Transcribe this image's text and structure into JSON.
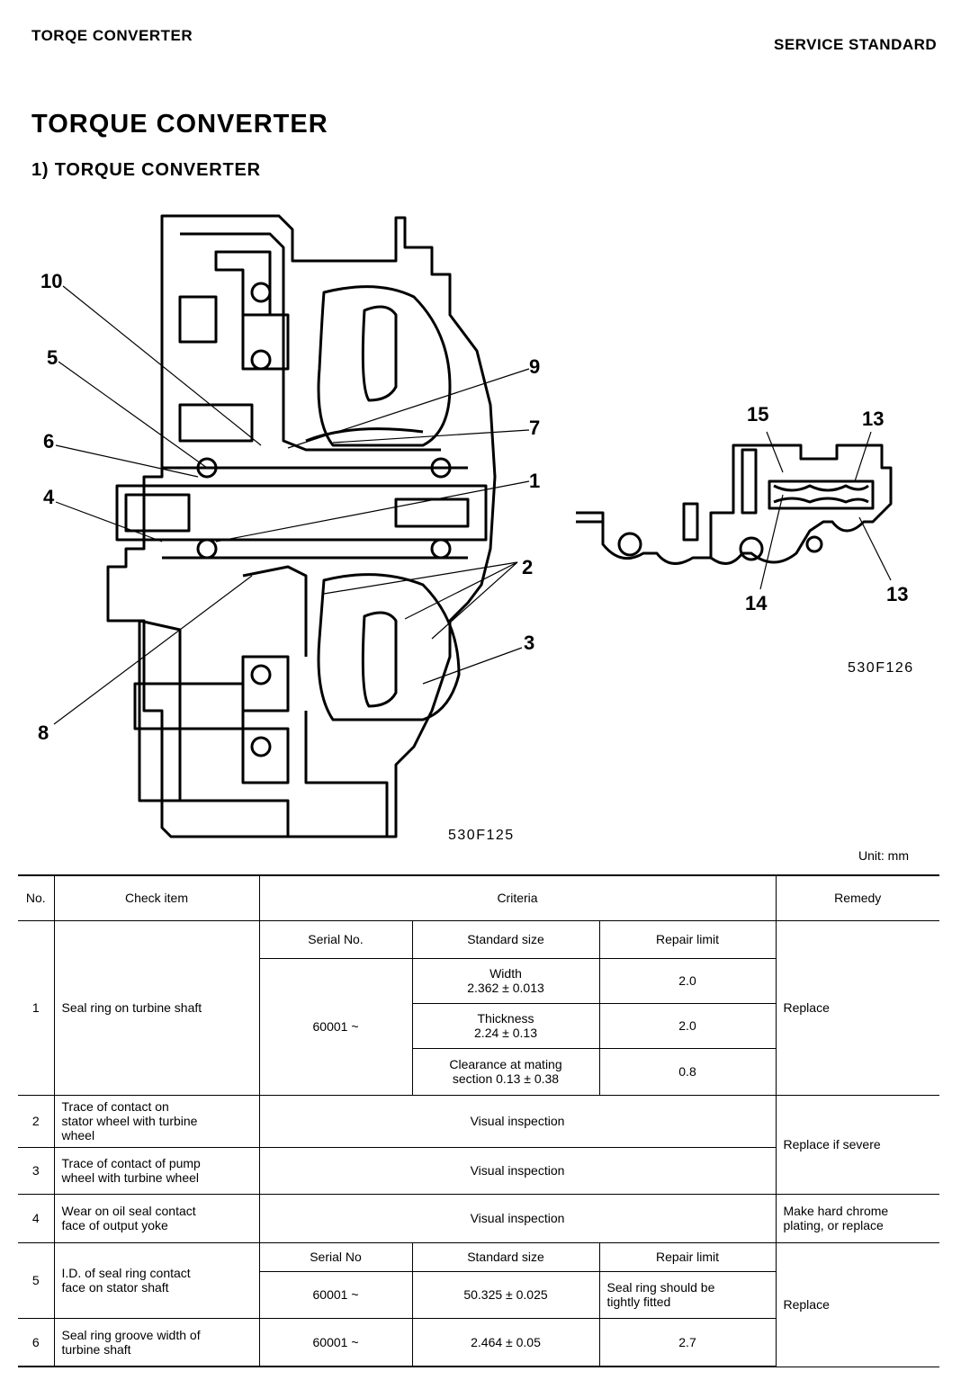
{
  "header": {
    "left": "TORQE CONVERTER",
    "right": "SERVICE STANDARD"
  },
  "page_title": "TORQUE CONVERTER",
  "section_title": "1) TORQUE CONVERTER",
  "figures": {
    "main": {
      "code": "530F125",
      "callouts": [
        "10",
        "5",
        "6",
        "4",
        "8",
        "9",
        "7",
        "1",
        "2",
        "3"
      ]
    },
    "detail": {
      "code": "530F126",
      "callouts": [
        "15",
        "13",
        "14",
        "13"
      ]
    }
  },
  "unit": "Unit:  mm",
  "table": {
    "headers": {
      "no": "No.",
      "check_item": "Check item",
      "criteria": "Criteria",
      "remedy": "Remedy"
    },
    "rows": [
      {
        "no": "1",
        "item": "Seal ring on turbine shaft",
        "sub_headers": [
          "Serial No.",
          "Standard size",
          "Repair limit"
        ],
        "serial": "60001 ~",
        "sizes": [
          {
            "label": "Width",
            "value": "2.362 ± 0.013",
            "limit": "2.0"
          },
          {
            "label": "Thickness",
            "value": "2.24 ± 0.13",
            "limit": "2.0"
          },
          {
            "label": "Clearance at mating",
            "value": "section  0.13 ± 0.38",
            "limit": "0.8"
          }
        ],
        "remedy": "Replace"
      },
      {
        "no": "2",
        "item_lines": [
          "Trace of contact on",
          "stator wheel with turbine",
          "wheel"
        ],
        "criteria": "Visual inspection"
      },
      {
        "no": "3",
        "item_lines": [
          "Trace of contact of pump",
          "wheel with turbine wheel"
        ],
        "criteria": "Visual inspection",
        "remedy": "Replace if severe"
      },
      {
        "no": "4",
        "item_lines": [
          "Wear on oil seal contact",
          "face of output yoke"
        ],
        "criteria": "Visual inspection",
        "remedy_lines": [
          "Make hard chrome",
          "plating, or replace"
        ]
      },
      {
        "no": "5",
        "item_lines": [
          "I.D. of seal ring contact",
          "face on stator shaft"
        ],
        "sub_headers": [
          "Serial No",
          "Standard size",
          "Repair limit"
        ],
        "serial": "60001 ~",
        "value": "50.325 ± 0.025",
        "limit_lines": [
          "Seal ring should be",
          "tightly fitted"
        ]
      },
      {
        "no": "6",
        "item_lines": [
          "Seal ring groove width of",
          "turbine shaft"
        ],
        "serial": "60001 ~",
        "value": "2.464 ± 0.05",
        "limit": "2.7",
        "remedy": "Replace"
      }
    ]
  }
}
